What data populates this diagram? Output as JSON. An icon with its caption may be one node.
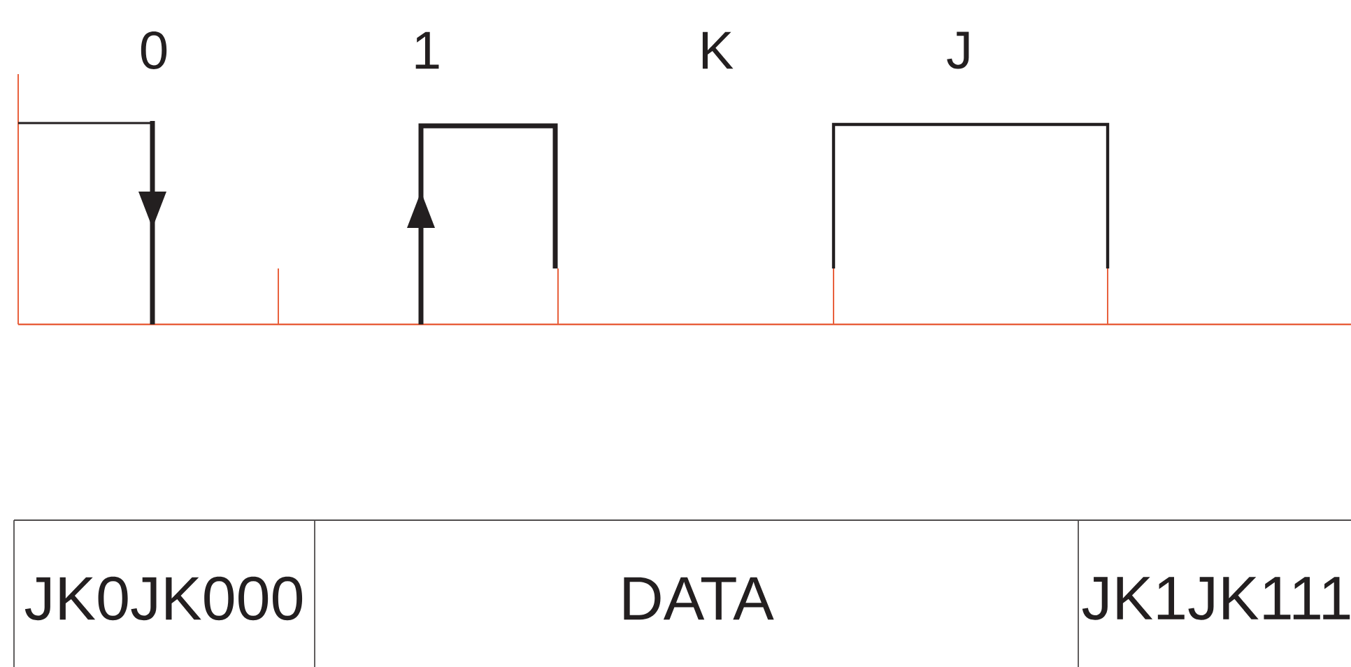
{
  "diagram": {
    "nodes": [
      {
        "text": [
          "JK0JK000"
        ]
      },
      {
        "text": [
          "DATA"
        ]
      },
      {
        "text": [
          "JK1JK111"
        ]
      }
    ],
    "labels": [
      "0",
      "1",
      "K",
      "J"
    ]
  }
}
